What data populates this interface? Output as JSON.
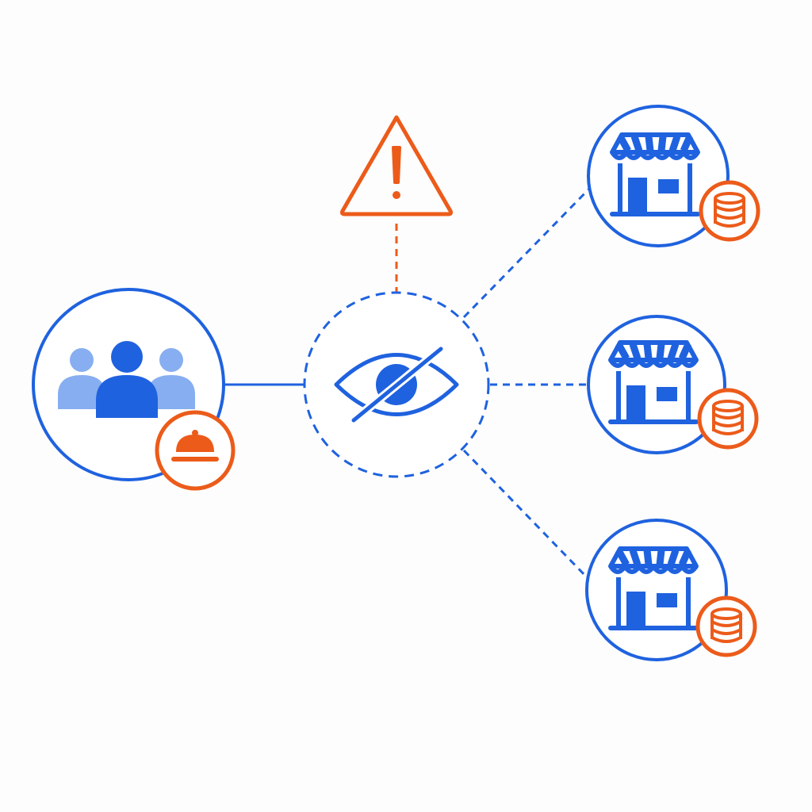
{
  "colors": {
    "blue": "#1f62df",
    "blue_light": "#87aef0",
    "orange": "#ec5b1a",
    "background": "#fdfdfd",
    "white": "#ffffff"
  },
  "nodes": {
    "users": {
      "icon": "users-group-icon",
      "badge_icon": "food-cloche-icon"
    },
    "hub": {
      "icon": "eye-slash-icon",
      "border": "dashed"
    },
    "warning": {
      "icon": "warning-triangle-icon"
    },
    "stores": [
      {
        "icon": "storefront-icon",
        "badge_icon": "coin-stack-icon"
      },
      {
        "icon": "storefront-icon",
        "badge_icon": "coin-stack-icon"
      },
      {
        "icon": "storefront-icon",
        "badge_icon": "coin-stack-icon"
      }
    ]
  },
  "connections": [
    {
      "from": "users",
      "to": "hub",
      "style": "solid"
    },
    {
      "from": "warning",
      "to": "hub",
      "style": "dashed"
    },
    {
      "from": "hub",
      "to": "store-1",
      "style": "dashed"
    },
    {
      "from": "hub",
      "to": "store-2",
      "style": "dashed"
    },
    {
      "from": "hub",
      "to": "store-3",
      "style": "dashed"
    }
  ]
}
